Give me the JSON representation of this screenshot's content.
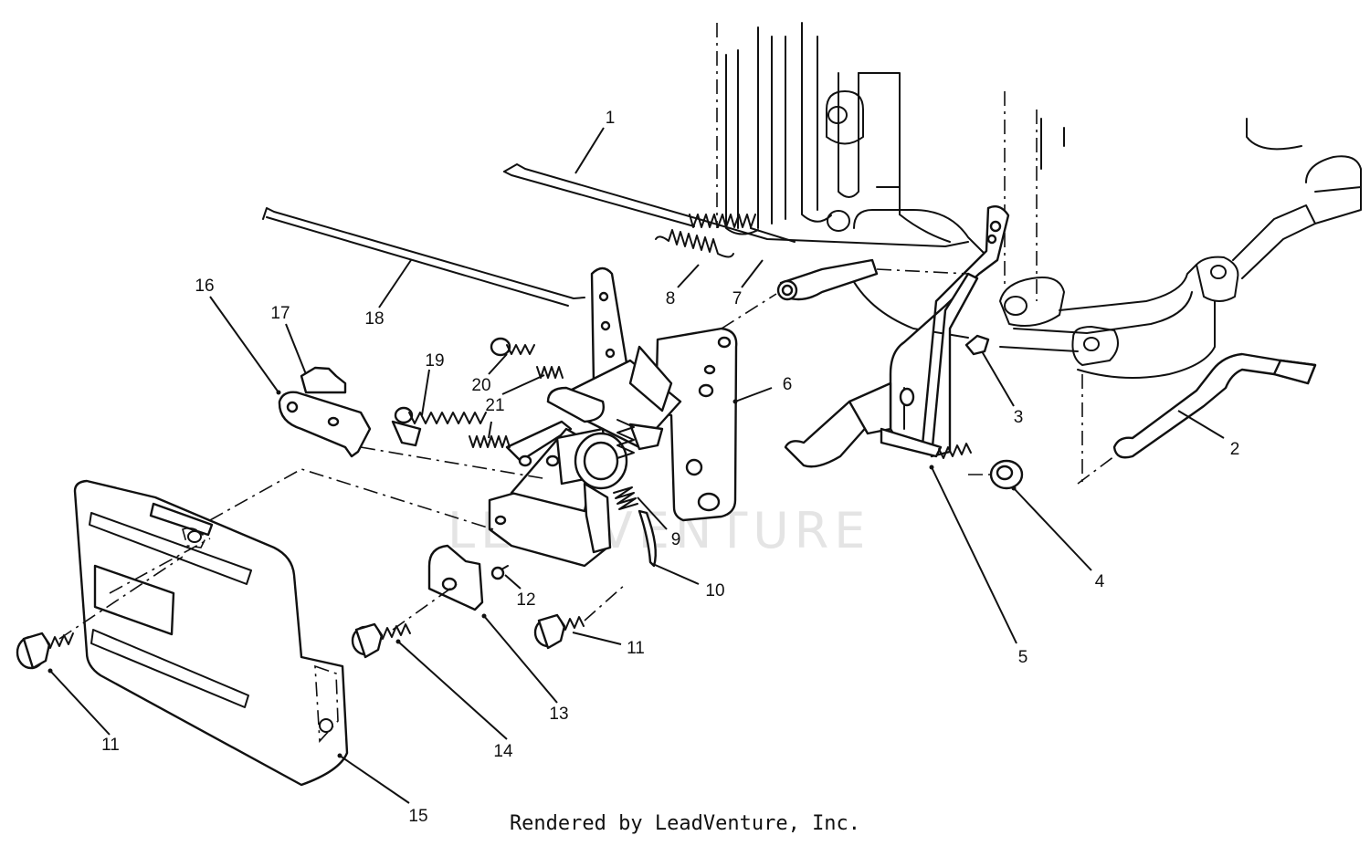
{
  "watermark": "LEADVENTURE",
  "footer": "Rendered by LeadVenture, Inc.",
  "callouts": {
    "c1": "1",
    "c2": "2",
    "c3": "3",
    "c4": "4",
    "c5": "5",
    "c6": "6",
    "c7": "7",
    "c8": "8",
    "c9": "9",
    "c10": "10",
    "c11a": "11",
    "c11b": "11",
    "c12": "12",
    "c13": "13",
    "c14": "14",
    "c15": "15",
    "c16": "16",
    "c17": "17",
    "c18": "18",
    "c19": "19",
    "c20": "20",
    "c21": "21"
  }
}
